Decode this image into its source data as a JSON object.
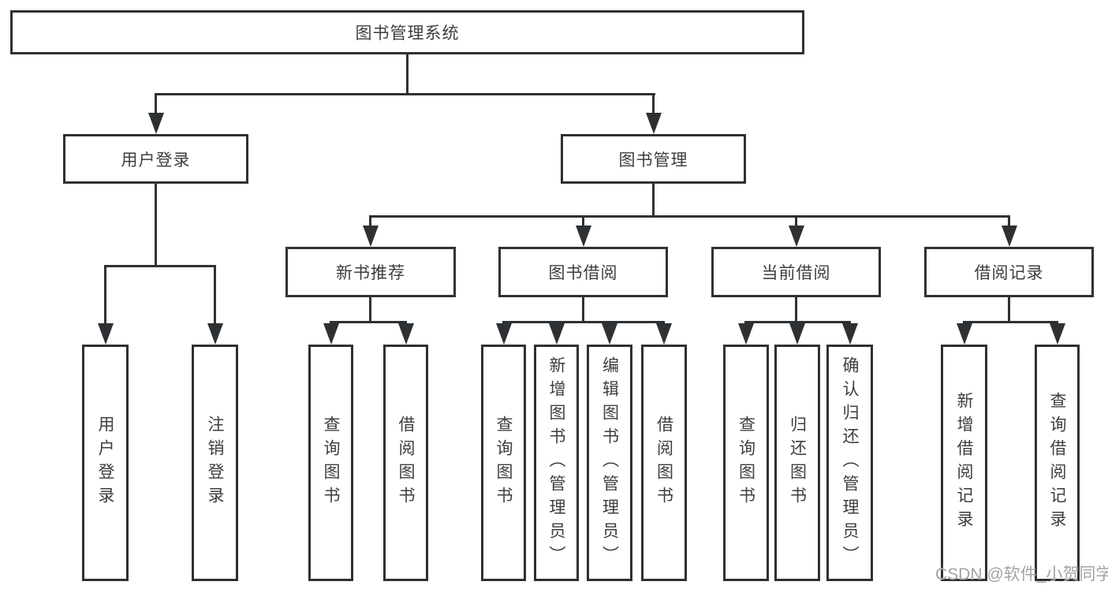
{
  "tree": {
    "root": {
      "label": "图书管理系统"
    },
    "branches": [
      {
        "label": "用户登录",
        "children": [
          {
            "label": "用户登录"
          },
          {
            "label": "注销登录"
          }
        ]
      },
      {
        "label": "图书管理",
        "children": [
          {
            "label": "新书推荐",
            "children": [
              {
                "label": "查询图书"
              },
              {
                "label": "借阅图书"
              }
            ]
          },
          {
            "label": "图书借阅",
            "children": [
              {
                "label": "查询图书"
              },
              {
                "label": "新增图书（管理员）"
              },
              {
                "label": "编辑图书（管理员）"
              },
              {
                "label": "借阅图书"
              }
            ]
          },
          {
            "label": "当前借阅",
            "children": [
              {
                "label": "查询图书"
              },
              {
                "label": "归还图书"
              },
              {
                "label": "确认归还（管理员）"
              }
            ]
          },
          {
            "label": "借阅记录",
            "children": [
              {
                "label": "新增借阅记录"
              },
              {
                "label": "查询借阅记录"
              }
            ]
          }
        ]
      }
    ]
  },
  "watermark": {
    "text": "CSDN @软件_小贺同学"
  },
  "colors": {
    "line": "#2e3134",
    "text": "#3b3e42",
    "background": "#ffffff",
    "watermark": "#9e9e9e"
  }
}
